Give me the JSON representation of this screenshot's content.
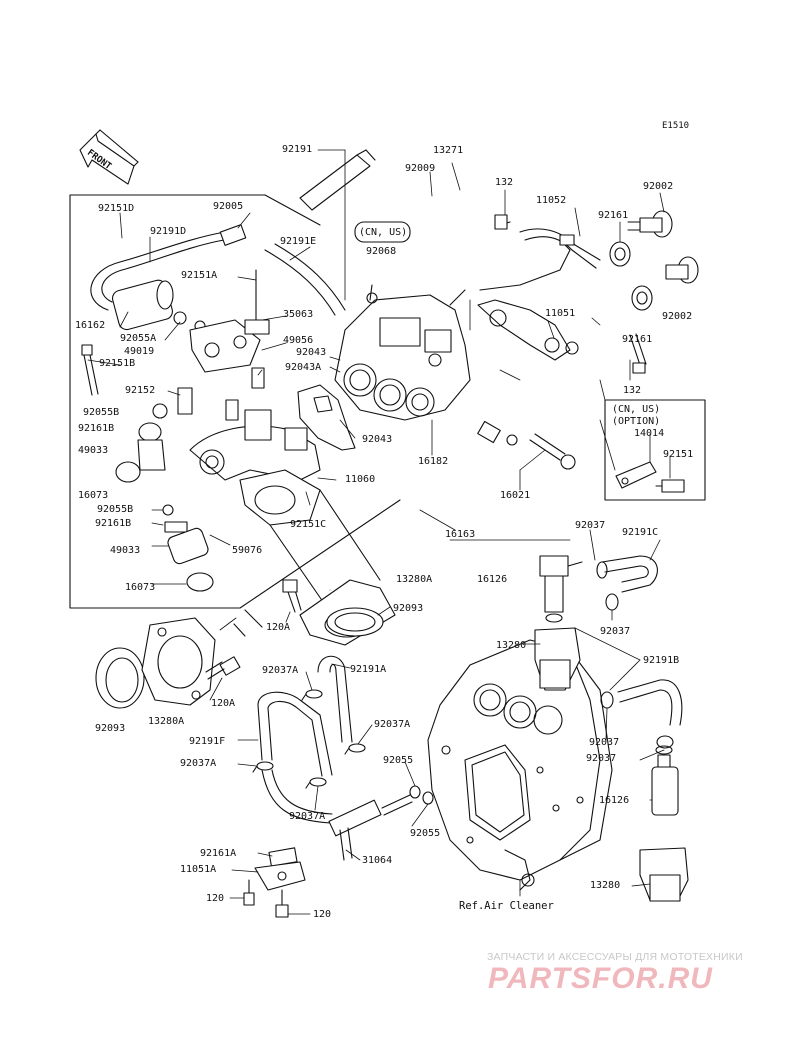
{
  "diagram_code": "E1510",
  "front_label": "FRONT",
  "note_cn_us": "(CN, US)",
  "note_cn_us_option_1": "(CN, US)",
  "note_cn_us_option_2": "(OPTION)",
  "ref_air_cleaner": "Ref.Air Cleaner",
  "watermark": {
    "tagline": "ЗАПЧАСТИ И АКСЕССУАРЫ ДЛЯ МОТОТЕХНИКИ",
    "logo": "PARTSFOR.RU",
    "logo_color": "#f0b8bc"
  },
  "labels": [
    {
      "id": "p92191-top",
      "text": "92191"
    },
    {
      "id": "p13271",
      "text": "13271"
    },
    {
      "id": "p92009",
      "text": "92009"
    },
    {
      "id": "p132-top",
      "text": "132"
    },
    {
      "id": "p11052",
      "text": "11052"
    },
    {
      "id": "p92002-top",
      "text": "92002"
    },
    {
      "id": "p92161-top",
      "text": "92161"
    },
    {
      "id": "p92151D",
      "text": "92151D"
    },
    {
      "id": "p92005",
      "text": "92005"
    },
    {
      "id": "p92068",
      "text": "92068"
    },
    {
      "id": "p92191D",
      "text": "92191D"
    },
    {
      "id": "p92191E",
      "text": "92191E"
    },
    {
      "id": "p92151A",
      "text": "92151A"
    },
    {
      "id": "p35063",
      "text": "35063"
    },
    {
      "id": "p16162",
      "text": "16162"
    },
    {
      "id": "p92055A",
      "text": "92055A"
    },
    {
      "id": "p49019",
      "text": "49019"
    },
    {
      "id": "p49056",
      "text": "49056"
    },
    {
      "id": "p92151B",
      "text": "92151B"
    },
    {
      "id": "p92043-a",
      "text": "92043"
    },
    {
      "id": "p92043A",
      "text": "92043A"
    },
    {
      "id": "p11051",
      "text": "11051"
    },
    {
      "id": "p92161-mid",
      "text": "92161"
    },
    {
      "id": "p92002-mid",
      "text": "92002"
    },
    {
      "id": "p132-mid",
      "text": "132"
    },
    {
      "id": "p92152",
      "text": "92152"
    },
    {
      "id": "p92055B-top",
      "text": "92055B"
    },
    {
      "id": "p92161B-top",
      "text": "92161B"
    },
    {
      "id": "p49033-top",
      "text": "49033"
    },
    {
      "id": "p92043-b",
      "text": "92043"
    },
    {
      "id": "p16182",
      "text": "16182"
    },
    {
      "id": "p14014",
      "text": "14014"
    },
    {
      "id": "p92151",
      "text": "92151"
    },
    {
      "id": "p11060",
      "text": "11060"
    },
    {
      "id": "p16073-top",
      "text": "16073"
    },
    {
      "id": "p16021",
      "text": "16021"
    },
    {
      "id": "p92055B-bot",
      "text": "92055B"
    },
    {
      "id": "p92161B-bot",
      "text": "92161B"
    },
    {
      "id": "p92151C",
      "text": "92151C"
    },
    {
      "id": "p16163",
      "text": "16163"
    },
    {
      "id": "p92037-top",
      "text": "92037"
    },
    {
      "id": "p92191C",
      "text": "92191C"
    },
    {
      "id": "p49033-bot",
      "text": "49033"
    },
    {
      "id": "p59076",
      "text": "59076"
    },
    {
      "id": "p13280A-top",
      "text": "13280A"
    },
    {
      "id": "p16126-top",
      "text": "16126"
    },
    {
      "id": "p16073-bot",
      "text": "16073"
    },
    {
      "id": "p92093-top",
      "text": "92093"
    },
    {
      "id": "p120A-top",
      "text": "120A"
    },
    {
      "id": "p92037-mid",
      "text": "92037"
    },
    {
      "id": "p13280-top",
      "text": "13280"
    },
    {
      "id": "p92191B",
      "text": "92191B"
    },
    {
      "id": "p92037A-a",
      "text": "92037A"
    },
    {
      "id": "p92191A",
      "text": "92191A"
    },
    {
      "id": "p120A-bot",
      "text": "120A"
    },
    {
      "id": "p92093-bot",
      "text": "92093"
    },
    {
      "id": "p13280A-bot",
      "text": "13280A"
    },
    {
      "id": "p92037A-b",
      "text": "92037A"
    },
    {
      "id": "p92191F",
      "text": "92191F"
    },
    {
      "id": "p92037-r1",
      "text": "92037"
    },
    {
      "id": "p92037-r2",
      "text": "92037"
    },
    {
      "id": "p92037A-c",
      "text": "92037A"
    },
    {
      "id": "p92055-a",
      "text": "92055"
    },
    {
      "id": "p92037A-d",
      "text": "92037A"
    },
    {
      "id": "p16126-bot",
      "text": "16126"
    },
    {
      "id": "p92055-b",
      "text": "92055"
    },
    {
      "id": "p92161A",
      "text": "92161A"
    },
    {
      "id": "p31064",
      "text": "31064"
    },
    {
      "id": "p11051A",
      "text": "11051A"
    },
    {
      "id": "p13280-bot",
      "text": "13280"
    },
    {
      "id": "p120-a",
      "text": "120"
    },
    {
      "id": "p120-b",
      "text": "120"
    }
  ]
}
